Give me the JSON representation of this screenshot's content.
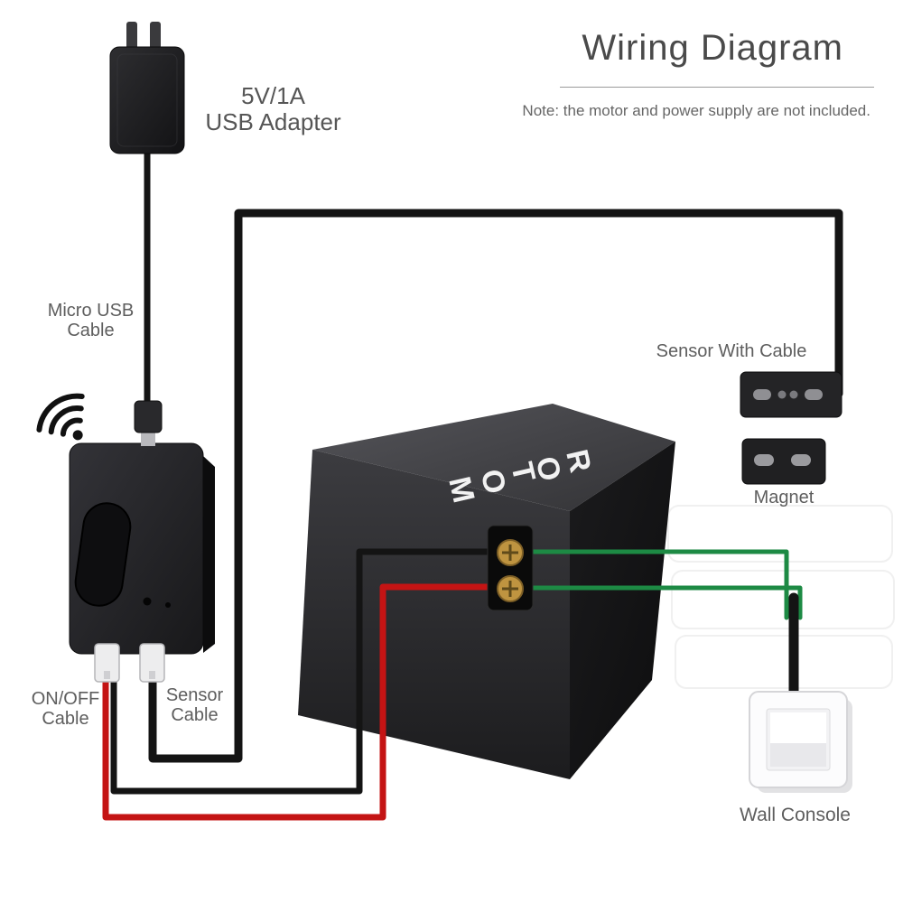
{
  "title": "Wiring Diagram",
  "note": "Note: the motor and power supply are not included.",
  "labels": {
    "adapter_line1": "5V/1A",
    "adapter_line2": "USB Adapter",
    "micro_usb_line1": "Micro USB",
    "micro_usb_line2": "Cable",
    "sensor_with_cable": "Sensor With Cable",
    "magnet": "Magnet",
    "on_off_line1": "ON/OFF",
    "on_off_line2": "Cable",
    "sensor_cable_line1": "Sensor",
    "sensor_cable_line2": "Cable",
    "wall_console": "Wall Console",
    "motor": "MOTOR"
  },
  "colors": {
    "wire_black": "#141414",
    "wire_red": "#c41414",
    "wire_green": "#1d8a44",
    "terminal_gold": "#bf9440",
    "label_text": "#5e5e5e",
    "title_text": "#4a4a4a"
  },
  "icons": {
    "wifi": "wifi-icon"
  }
}
